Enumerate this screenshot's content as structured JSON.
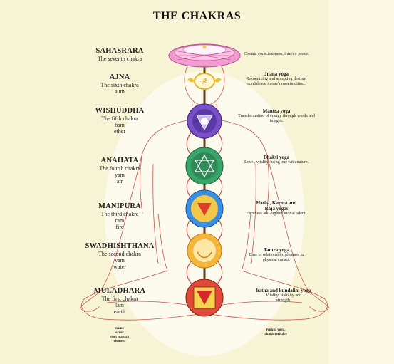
{
  "title": "THE CHAKRAS",
  "chakras": [
    {
      "name": "SAHASRARA",
      "subtitle": "The seventh chakra",
      "mantra": "",
      "element": "",
      "yoga": "",
      "description": "Cosmic consciousness, interior peace."
    },
    {
      "name": "AJNA",
      "subtitle": "The sixth chakra",
      "mantra": "aum",
      "element": "",
      "yoga": "Jnana yoga",
      "description": "Recognizing and accepting destiny, confidence in one's own intuition."
    },
    {
      "name": "WISHUDDHA",
      "subtitle": "The fifth chakra",
      "mantra": "ham",
      "element": "ether",
      "yoga": "Mantra yoga",
      "description": "Transformation of energy through words and images."
    },
    {
      "name": "ANAHATA",
      "subtitle": "The fourth chakra",
      "mantra": "yam",
      "element": "air",
      "yoga": "Bhakti yoga",
      "description": "Love , vitality, being one with nature."
    },
    {
      "name": "MANIPURA",
      "subtitle": "The third chakra",
      "mantra": "ram",
      "element": "fire",
      "yoga": "Hatha, Karma and Raja yogas",
      "description": "Firmness and organizational talent."
    },
    {
      "name": "SWADHISHTHANA",
      "subtitle": "The second chakra",
      "mantra": "vam",
      "element": "water",
      "yoga": "Tantra yoga",
      "description": "Ease in relationship, pleasure in physical conact."
    },
    {
      "name": "MULADHARA",
      "subtitle": "The first chakra",
      "mantra": "lam",
      "element": "earth",
      "yoga": "hatha and kundalini yoga",
      "description": "Vitality, stability and strength."
    }
  ],
  "legend_left": [
    "name",
    "order",
    "root mantra",
    "element"
  ],
  "legend_right": [
    "typical yoga,",
    "characteristics"
  ],
  "colors": {
    "background": "#f7f4d6",
    "figure_line": "#c0392b",
    "sahasrara": "#e68fc4",
    "ajna": "#f5c842",
    "wishuddha": "#5b3aa8",
    "anahata": "#2e8b57",
    "manipura": "#2b78c8",
    "swadhishthana": "#f2a51a",
    "muladhara": "#d62728"
  }
}
